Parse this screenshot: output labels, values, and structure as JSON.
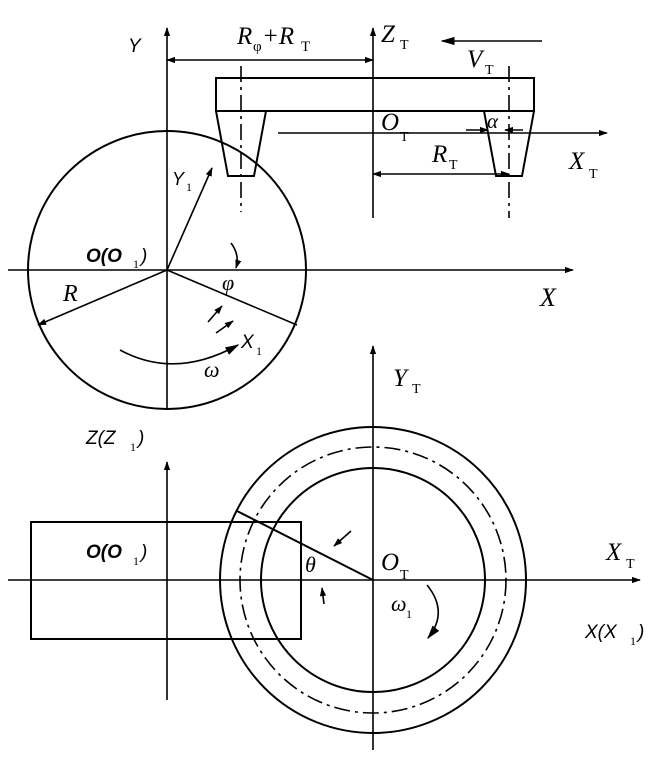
{
  "top_view": {
    "axis_y": "Y",
    "axis_x": "X",
    "axis_y1": "Y",
    "axis_y1_sub": "1",
    "axis_x1": "X",
    "axis_x1_sub": "1",
    "origin": "O(O",
    "origin_sub": "1",
    "origin_close": ")",
    "radius": "R",
    "angle_phi": "φ",
    "omega": "ω",
    "dim_r_phi": "R",
    "dim_r_phi_sub": "φ",
    "dim_plus_rt": "+R",
    "dim_plus_rt_sub": "T",
    "axis_zt": "Z",
    "axis_zt_sub": "T",
    "velocity": "V",
    "velocity_sub": "T",
    "origin_t": "O",
    "origin_t_sub": "T",
    "alpha": "α",
    "dim_rt": "R",
    "dim_rt_sub": "T",
    "axis_xt": "X",
    "axis_xt_sub": "T"
  },
  "bottom_view": {
    "axis_yt": "Y",
    "axis_yt_sub": "T",
    "axis_z": "Z(Z",
    "axis_z_sub": "1",
    "axis_z_close": ")",
    "origin": "O(O",
    "origin_sub": "1",
    "origin_close": ")",
    "theta": "θ",
    "origin_t": "O",
    "origin_t_sub": "T",
    "axis_xt": "X",
    "axis_xt_sub": "T",
    "omega1": "ω",
    "omega1_sub": "1",
    "axis_x": "X(X",
    "axis_x_sub": "1",
    "axis_x_close": ")"
  }
}
